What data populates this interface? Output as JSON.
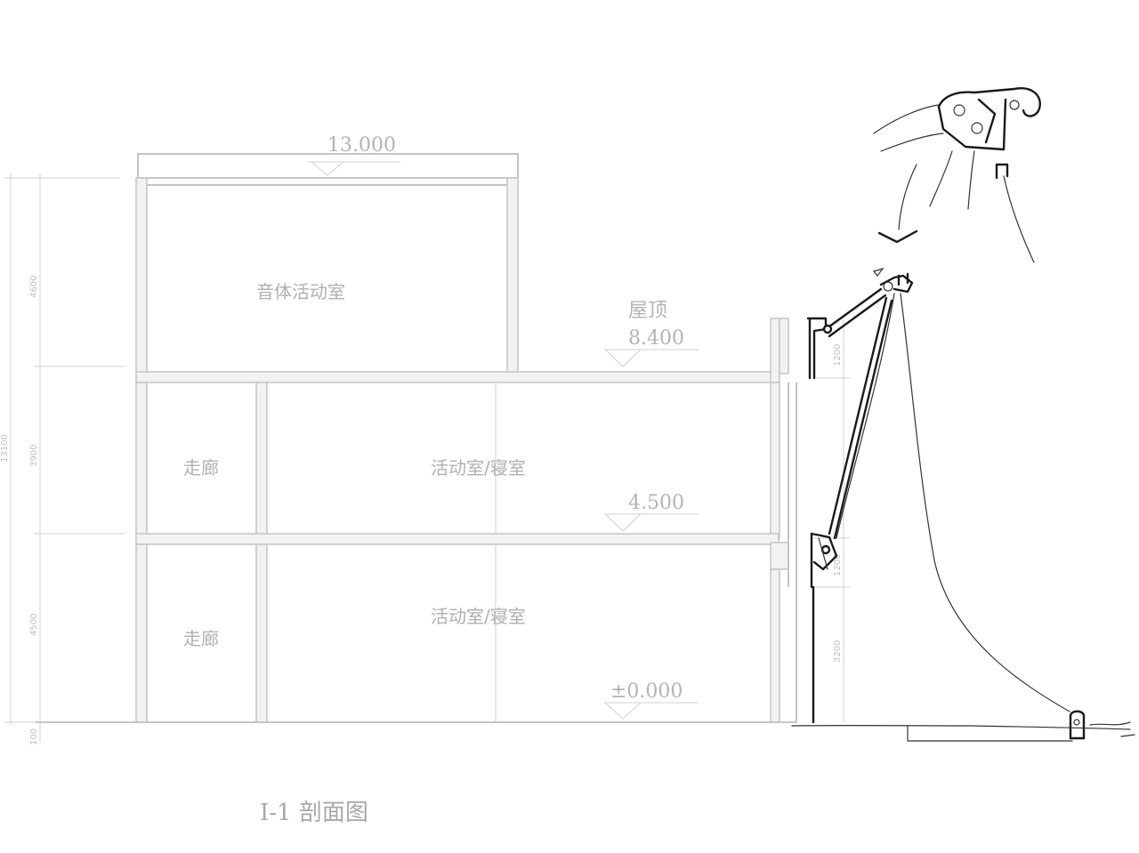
{
  "drawing": {
    "title": "I-1  剖面图",
    "rooms": {
      "top_room": "音体活动室",
      "corridor_upper": "走廊",
      "corridor_lower": "走廊",
      "activity_upper": "活动室/寝室",
      "activity_lower": "活动室/寝室"
    },
    "elevations": {
      "top": "13.000",
      "roof_label": "屋顶",
      "roof": "8.400",
      "mid": "4.500",
      "ground": "±0.000"
    },
    "dimensions_left": {
      "total": "13100",
      "floor3": "4600",
      "floor2": "3900",
      "floor1": "4500",
      "base": "100"
    },
    "dimensions_right": {
      "upper": "1200",
      "middle": "1200",
      "lower": "3200"
    }
  },
  "colors": {
    "cad_line": "#c4c4c4",
    "sketch_line": "#1a1a1a",
    "background": "#ffffff"
  }
}
